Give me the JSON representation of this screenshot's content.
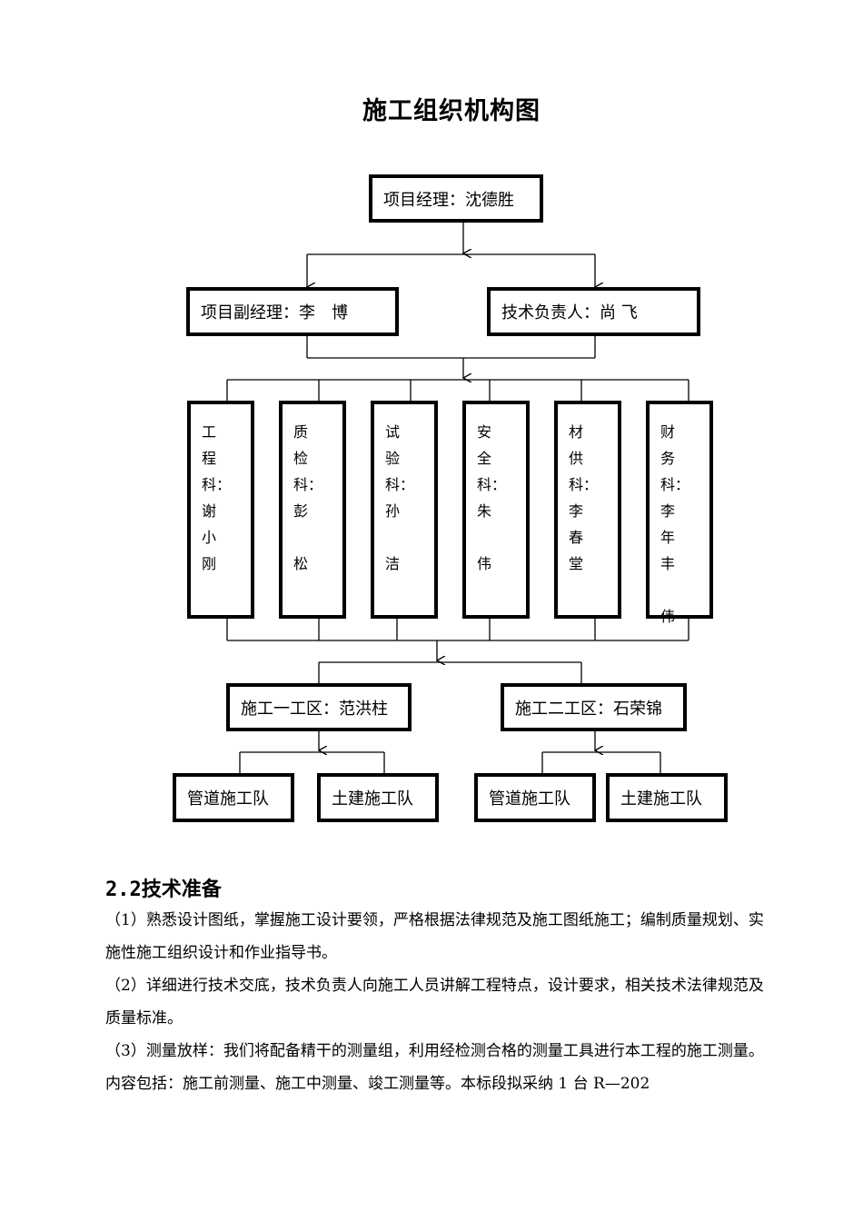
{
  "title": "施工组织机构图",
  "chart": {
    "top": "项目经理：沈德胜",
    "deputy": "项目副经理：李　博",
    "tech_lead": "技术负责人：尚 飞",
    "departments": [
      "工\n程\n科：\n谢\n小\n刚",
      "质\n检\n科：\n彭\n\n松",
      "试\n验\n科：\n孙\n\n洁",
      "安\n全\n科：\n朱\n\n伟",
      "材\n供\n科：\n李\n春\n堂",
      "财\n务\n科：\n李\n年\n丰\n\n伟"
    ],
    "zone1": "施工一工区：范洪柱",
    "zone2": "施工二工区：石荣锦",
    "teams": [
      "管道施工队",
      "土建施工队",
      "管道施工队",
      "土建施工队"
    ]
  },
  "section": {
    "number": "2.2",
    "heading": "技术准备",
    "paragraphs": [
      "（1）熟悉设计图纸，掌握施工设计要领，严格根据法律规范及施工图纸施工；编制质量规划、实施性施工组织设计和作业指导书。",
      "（2）详细进行技术交底，技术负责人向施工人员讲解工程特点，设计要求，相关技术法律规范及质量标准。",
      "（3）测量放样：我们将配备精干的测量组，利用经检测合格的测量工具进行本工程的施工测量。内容包括：施工前测量、施工中测量、竣工测量等。本标段拟采纳 1 台 R—202"
    ]
  }
}
